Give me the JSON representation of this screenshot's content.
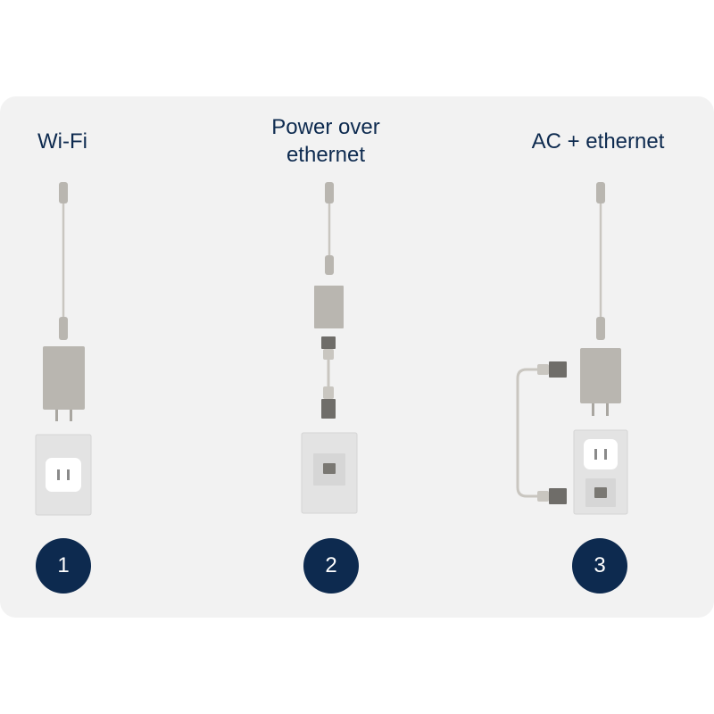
{
  "options": [
    {
      "title_line1": "Wi-Fi",
      "title_line2": "",
      "number": "1"
    },
    {
      "title_line1": "Power over",
      "title_line2": "ethernet",
      "number": "2"
    },
    {
      "title_line1": "AC + ethernet",
      "title_line2": "",
      "number": "3"
    }
  ],
  "colors": {
    "panel": "#f2f2f2",
    "navy": "#0d2a4f",
    "device_gray": "#b9b6b0",
    "cable_gray": "#c9c6c0",
    "plate": "#e3e3e3",
    "plate_border": "#d4d4d4"
  }
}
